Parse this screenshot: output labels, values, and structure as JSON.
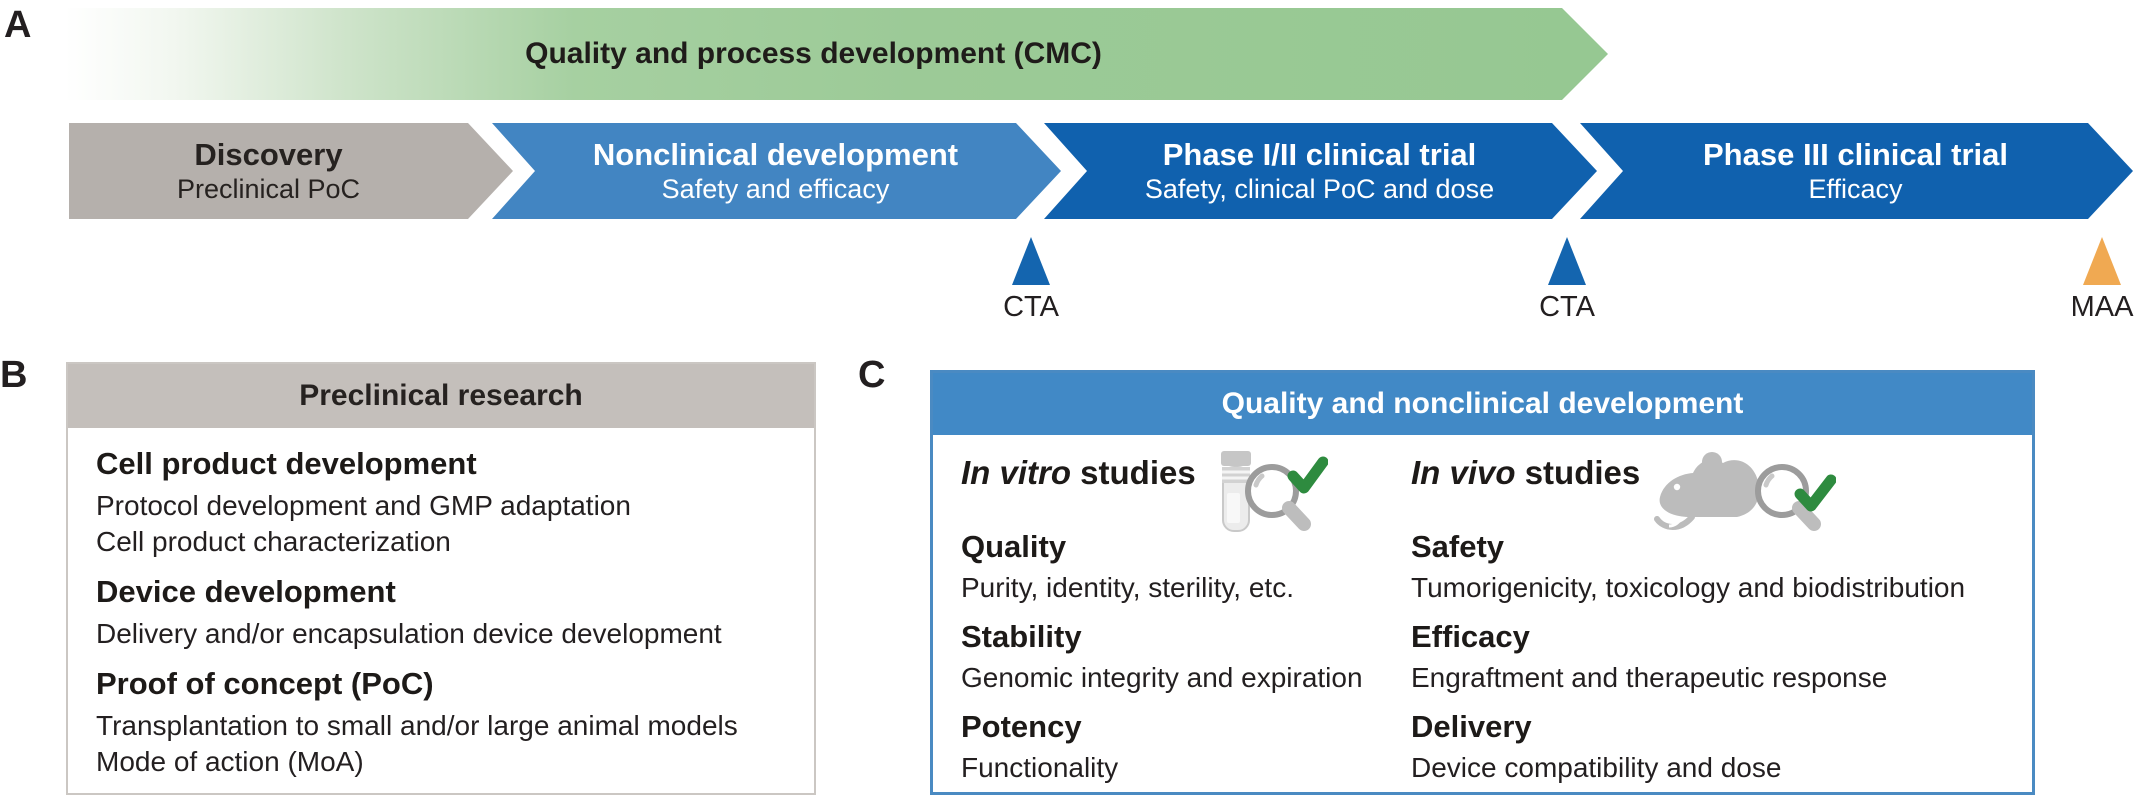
{
  "panels": {
    "a": {
      "label": "A",
      "cmc_arrow": {
        "label": "Quality and process development (CMC)"
      },
      "stages": [
        {
          "title": "Discovery",
          "subtitle": "Preclinical PoC"
        },
        {
          "title": "Nonclinical development",
          "subtitle": "Safety and efficacy"
        },
        {
          "title": "Phase I/II clinical trial",
          "subtitle": "Safety, clinical PoC and dose"
        },
        {
          "title": "Phase III clinical trial",
          "subtitle": "Efficacy"
        }
      ],
      "milestones": [
        {
          "label": "CTA"
        },
        {
          "label": "CTA"
        },
        {
          "label": "MAA"
        }
      ]
    },
    "b": {
      "label": "B",
      "header": "Preclinical research",
      "sections": [
        {
          "title": "Cell product development",
          "lines": [
            "Protocol development and GMP adaptation",
            "Cell product characterization"
          ]
        },
        {
          "title": "Device development",
          "lines": [
            "Delivery and/or encapsulation device development"
          ]
        },
        {
          "title": "Proof of concept (PoC)",
          "lines": [
            "Transplantation to small and/or large animal models",
            "Mode of action (MoA)"
          ]
        }
      ]
    },
    "c": {
      "label": "C",
      "header": "Quality and nonclinical development",
      "columns": [
        {
          "heading_italic": "In vitro",
          "heading_rest": " studies",
          "icon": "test-tube-magnifier-check-icon",
          "items": [
            {
              "title": "Quality",
              "desc": "Purity, identity, sterility, etc."
            },
            {
              "title": "Stability",
              "desc": "Genomic integrity and expiration"
            },
            {
              "title": "Potency",
              "desc": "Functionality"
            }
          ]
        },
        {
          "heading_italic": "In vivo",
          "heading_rest": " studies",
          "icon": "mouse-magnifier-check-icon",
          "items": [
            {
              "title": "Safety",
              "desc": "Tumorigenicity, toxicology and biodistribution"
            },
            {
              "title": "Efficacy",
              "desc": "Engraftment and therapeutic response"
            },
            {
              "title": "Delivery",
              "desc": "Device compatibility and dose"
            }
          ]
        }
      ]
    }
  },
  "colors": {
    "cmc_green": "#96c892",
    "stage_gray": "#b5b0ac",
    "stage_blue_mid": "#4285c2",
    "stage_blue_dark": "#1061ae",
    "cta_blue": "#1465af",
    "maa_orange": "#f0a952",
    "header_gray": "#c4bfbb",
    "header_blue": "#4189c6",
    "box_c_border": "#4a8ac2",
    "check_green": "#2e8b3f",
    "icon_gray": "#bcbcbc",
    "text_dark": "#231f20"
  }
}
